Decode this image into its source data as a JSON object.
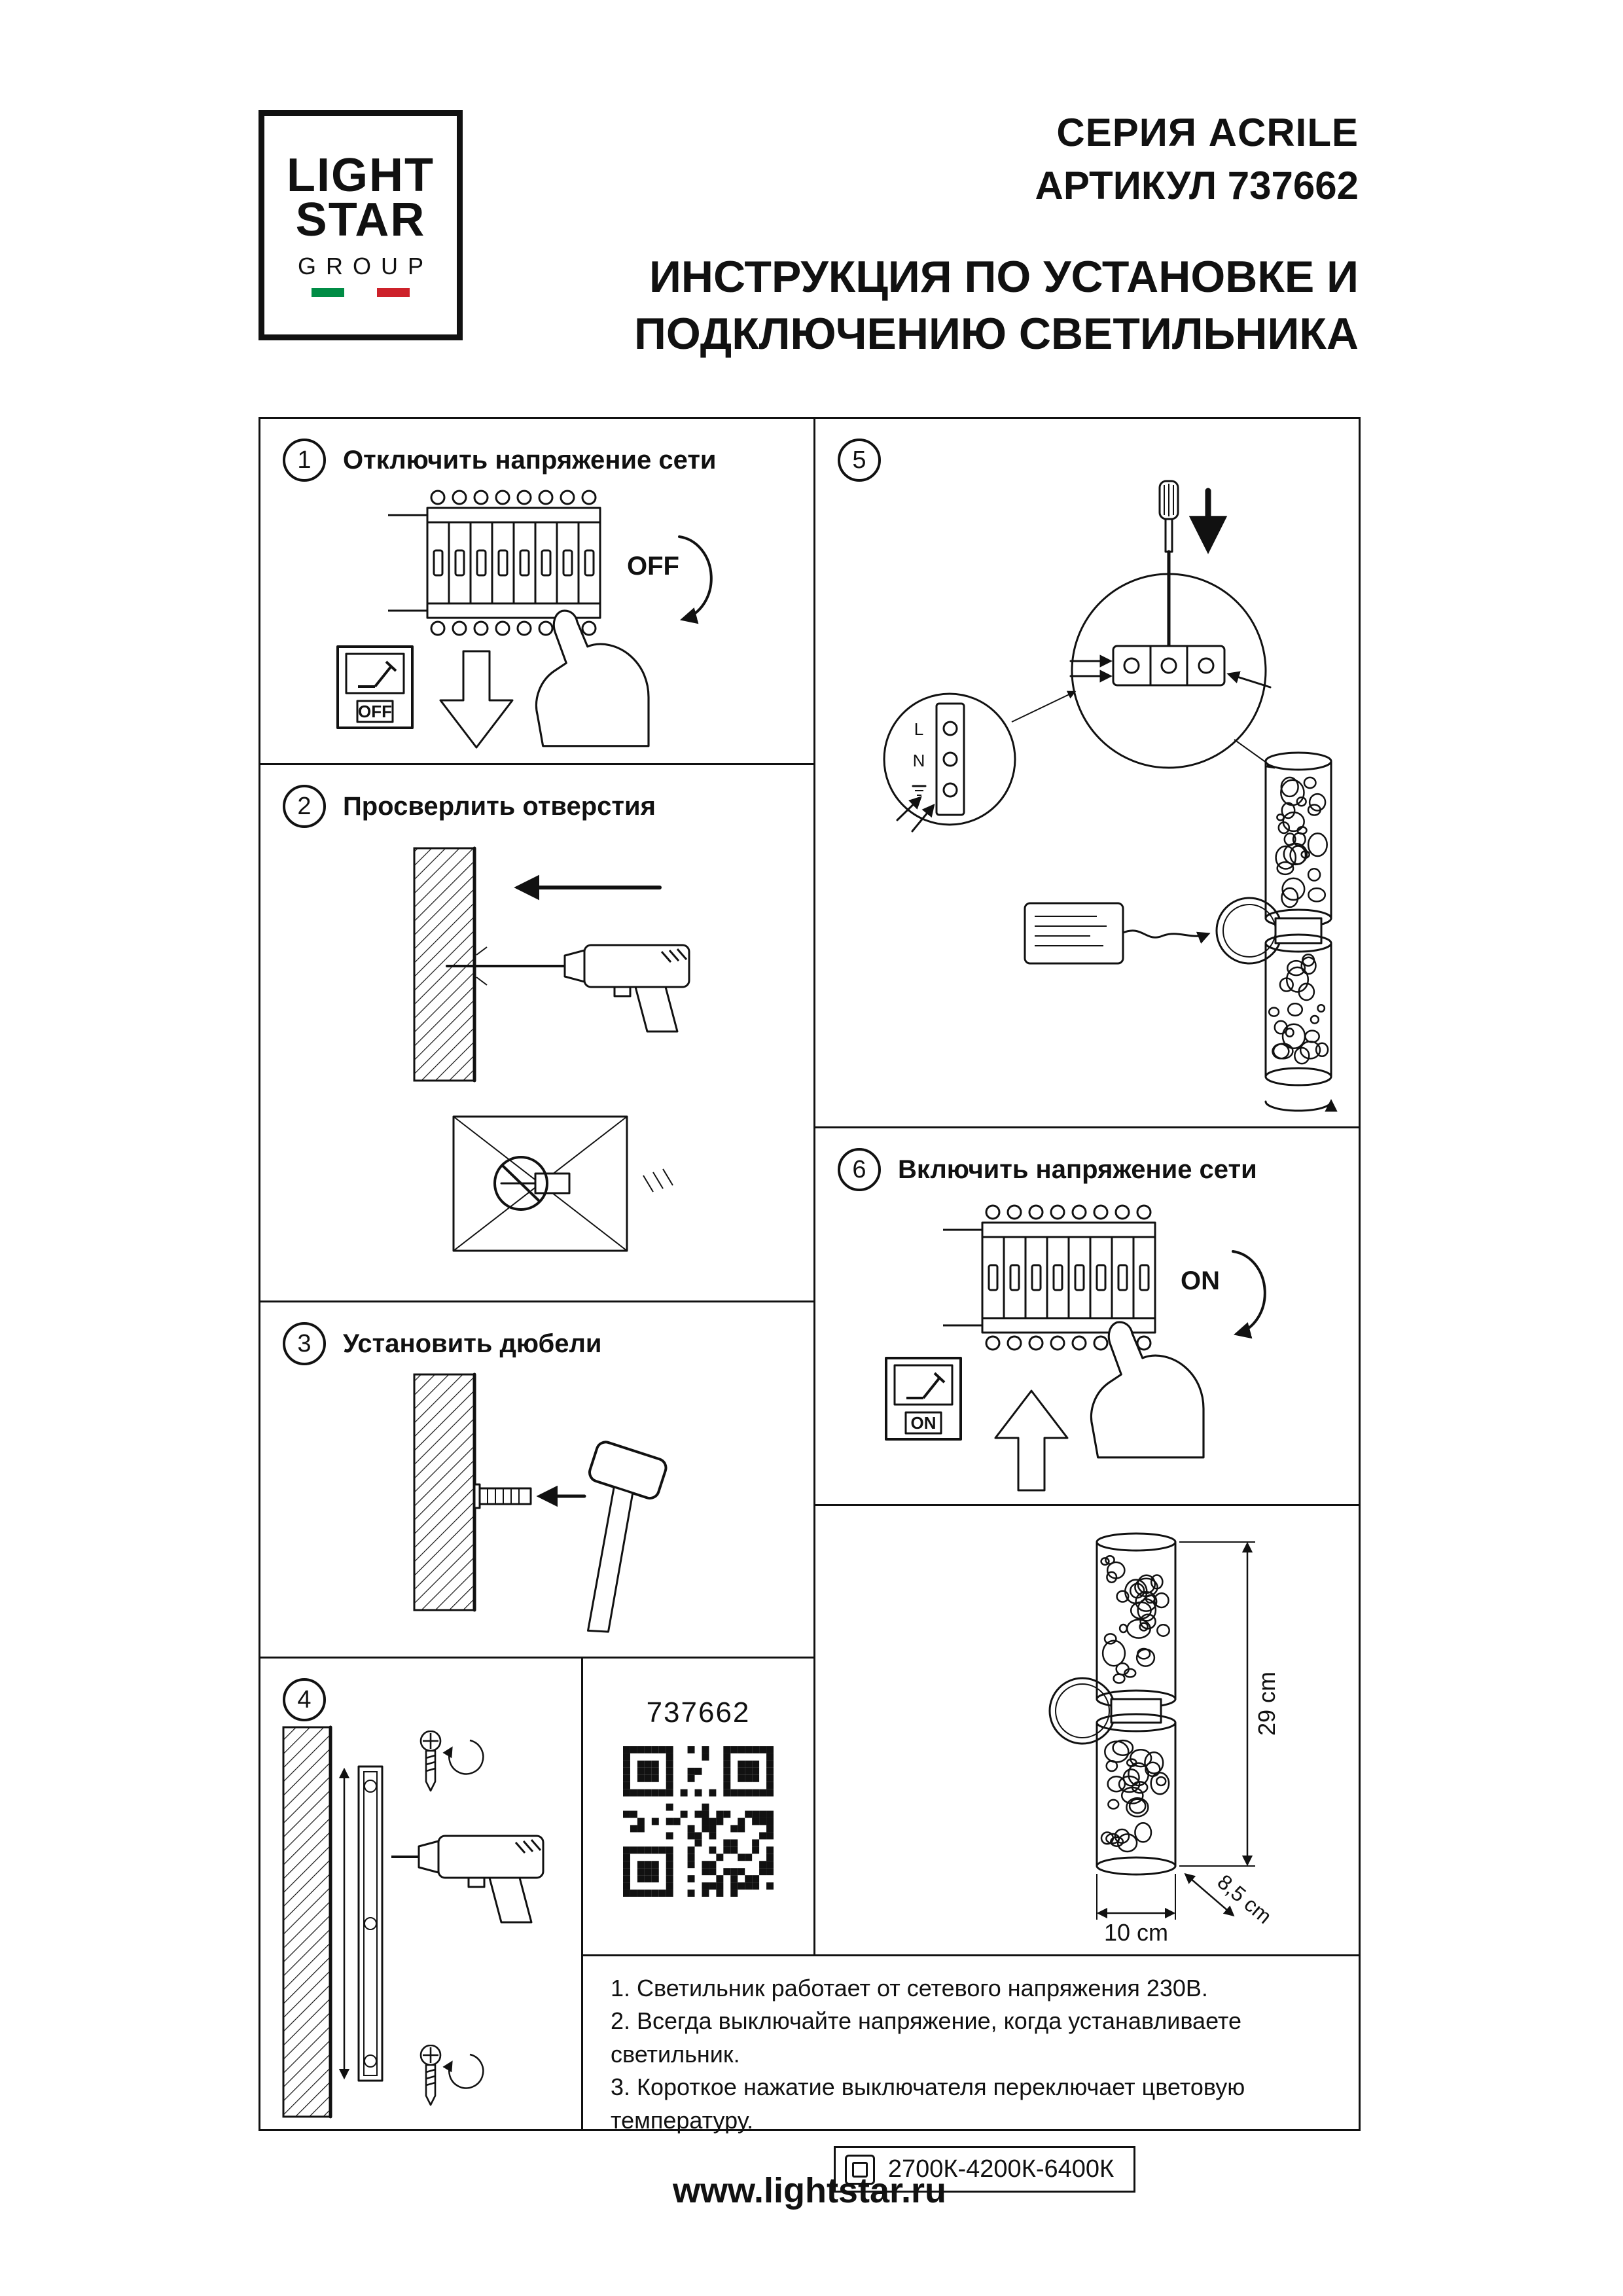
{
  "logo": {
    "line1": "LIGHT",
    "line2": "STAR",
    "line3": "GROUP"
  },
  "header": {
    "series": "СЕРИЯ ACRILE",
    "article": "АРТИКУЛ 737662",
    "title_line1": "ИНСТРУКЦИЯ ПО УСТАНОВКЕ И",
    "title_line2": "ПОДКЛЮЧЕНИЮ СВЕТИЛЬНИКА"
  },
  "steps": {
    "s1": {
      "num": "1",
      "label": "Отключить напряжение сети",
      "breaker_state": "OFF",
      "switch_state": "OFF"
    },
    "s2": {
      "num": "2",
      "label": "Просверлить отверстия"
    },
    "s3": {
      "num": "3",
      "label": "Установить дюбели"
    },
    "s4": {
      "num": "4"
    },
    "s5": {
      "num": "5",
      "wiring_labels": {
        "l": "L",
        "n": "N"
      }
    },
    "s6": {
      "num": "6",
      "label": "Включить напряжение сети",
      "breaker_state": "ON",
      "switch_state": "ON"
    }
  },
  "qr": {
    "code_label": "737662"
  },
  "dimensions": {
    "height": "29 cm",
    "width": "10 cm",
    "depth": "8,5 cm"
  },
  "notes": {
    "line1": "1. Светильник работает от сетевого напряжения 230В.",
    "line2": "2. Всегда выключайте напряжение, когда устанавливаете светильник.",
    "line3": "3. Короткое нажатие выключателя переключает цветовую температуру.",
    "color_temp": "2700К-4200К-6400К"
  },
  "footer": {
    "url": "www.lightstar.ru"
  },
  "colors": {
    "ink": "#111111",
    "flag_green": "#008C45",
    "flag_red": "#CD212A"
  }
}
